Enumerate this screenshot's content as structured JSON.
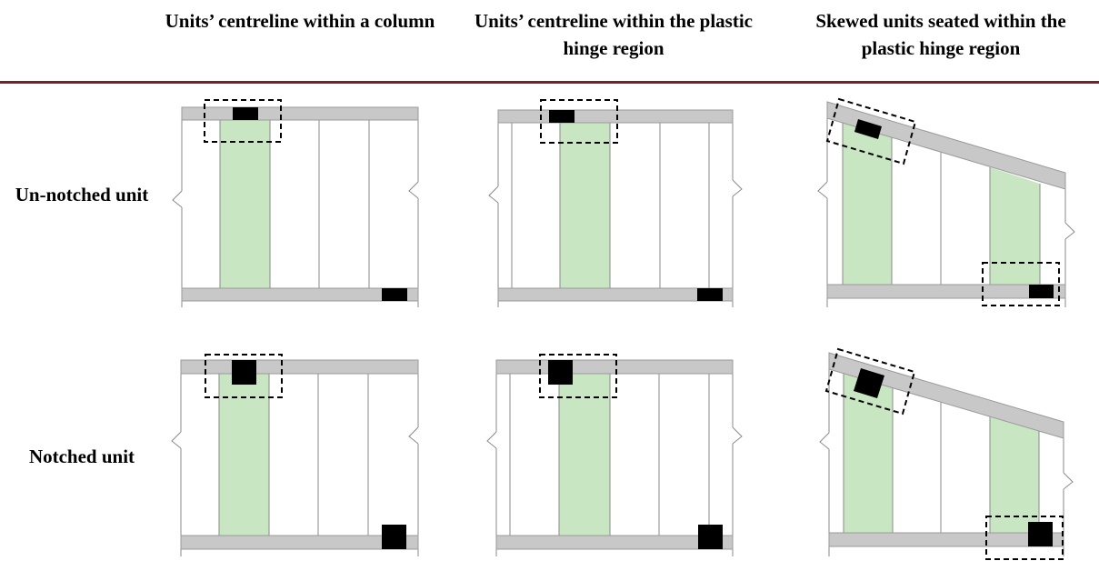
{
  "headers": {
    "col1": "Units’ centreline within a column",
    "col2": "Units’ centreline within the plastic hinge region",
    "col3": "Skewed units seated within the plastic hinge region"
  },
  "row_labels": {
    "row1": "Un-notched unit",
    "row2": "Notched unit"
  },
  "colors": {
    "rule": "#7a1f2b",
    "beam": "#c8c8c8",
    "beam_edge": "#9a9a9a",
    "hinge_region": "#c9e6c3",
    "unit": "#000000",
    "frame_line": "#8a8a8a"
  }
}
